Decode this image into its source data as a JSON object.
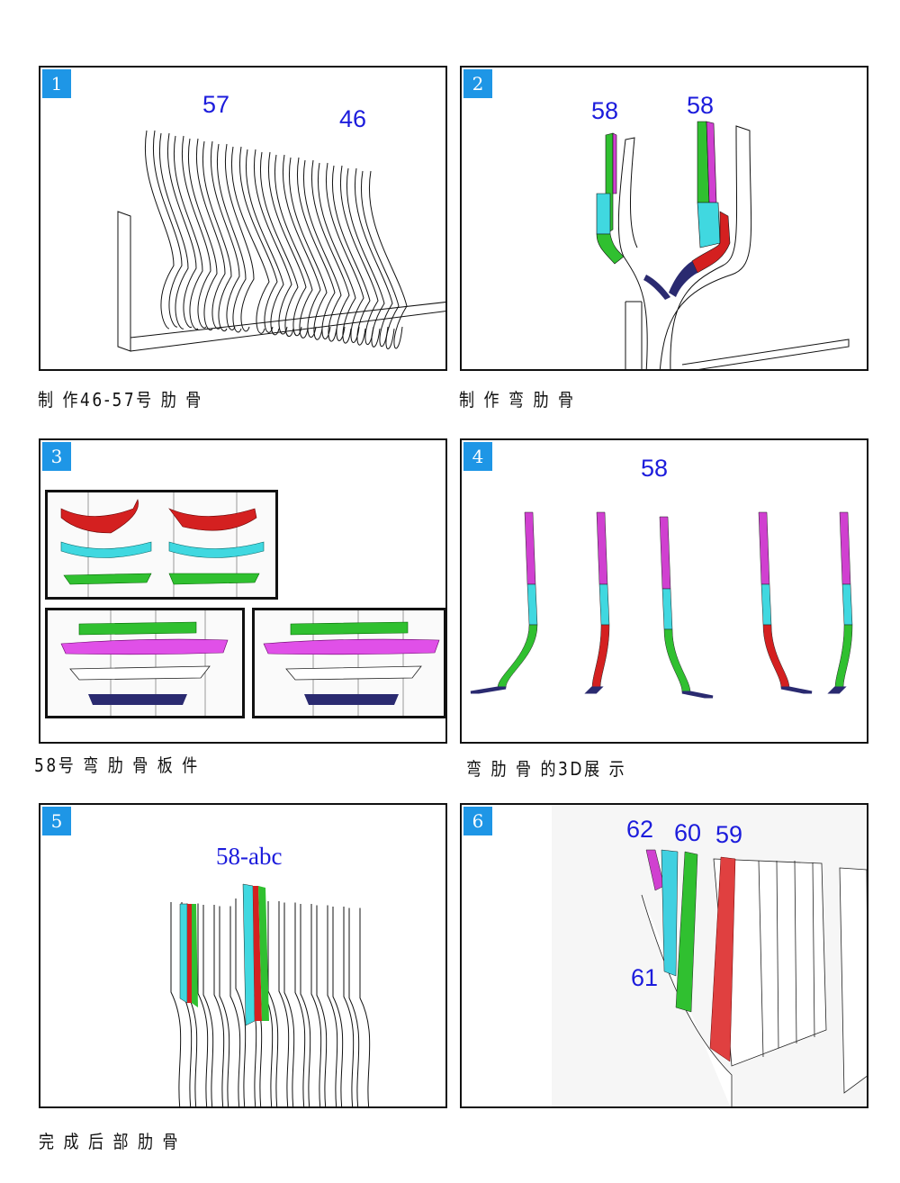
{
  "panels": [
    {
      "number": "1",
      "labels": [
        "57",
        "46"
      ],
      "caption": "制 作46-57号 肋 骨"
    },
    {
      "number": "2",
      "labels": [
        "58",
        "58"
      ],
      "caption": "制 作 弯 肋 骨"
    },
    {
      "number": "3",
      "labels": [],
      "caption": "58号 弯 肋 骨 板 件"
    },
    {
      "number": "4",
      "labels": [
        "58"
      ],
      "caption": "弯 肋 骨 的3D展 示"
    },
    {
      "number": "5",
      "labels": [
        "58-abc"
      ],
      "caption": "完 成 后 部 肋 骨"
    },
    {
      "number": "6",
      "labels": [
        "62",
        "60",
        "59",
        "61"
      ],
      "caption": ""
    }
  ],
  "colors": {
    "badge": "#1e96e6",
    "label": "#1c1cdc",
    "red": "#d42020",
    "cyan": "#40d8e0",
    "green": "#30c030",
    "magenta": "#d040d0",
    "navy": "#2a2a70"
  }
}
